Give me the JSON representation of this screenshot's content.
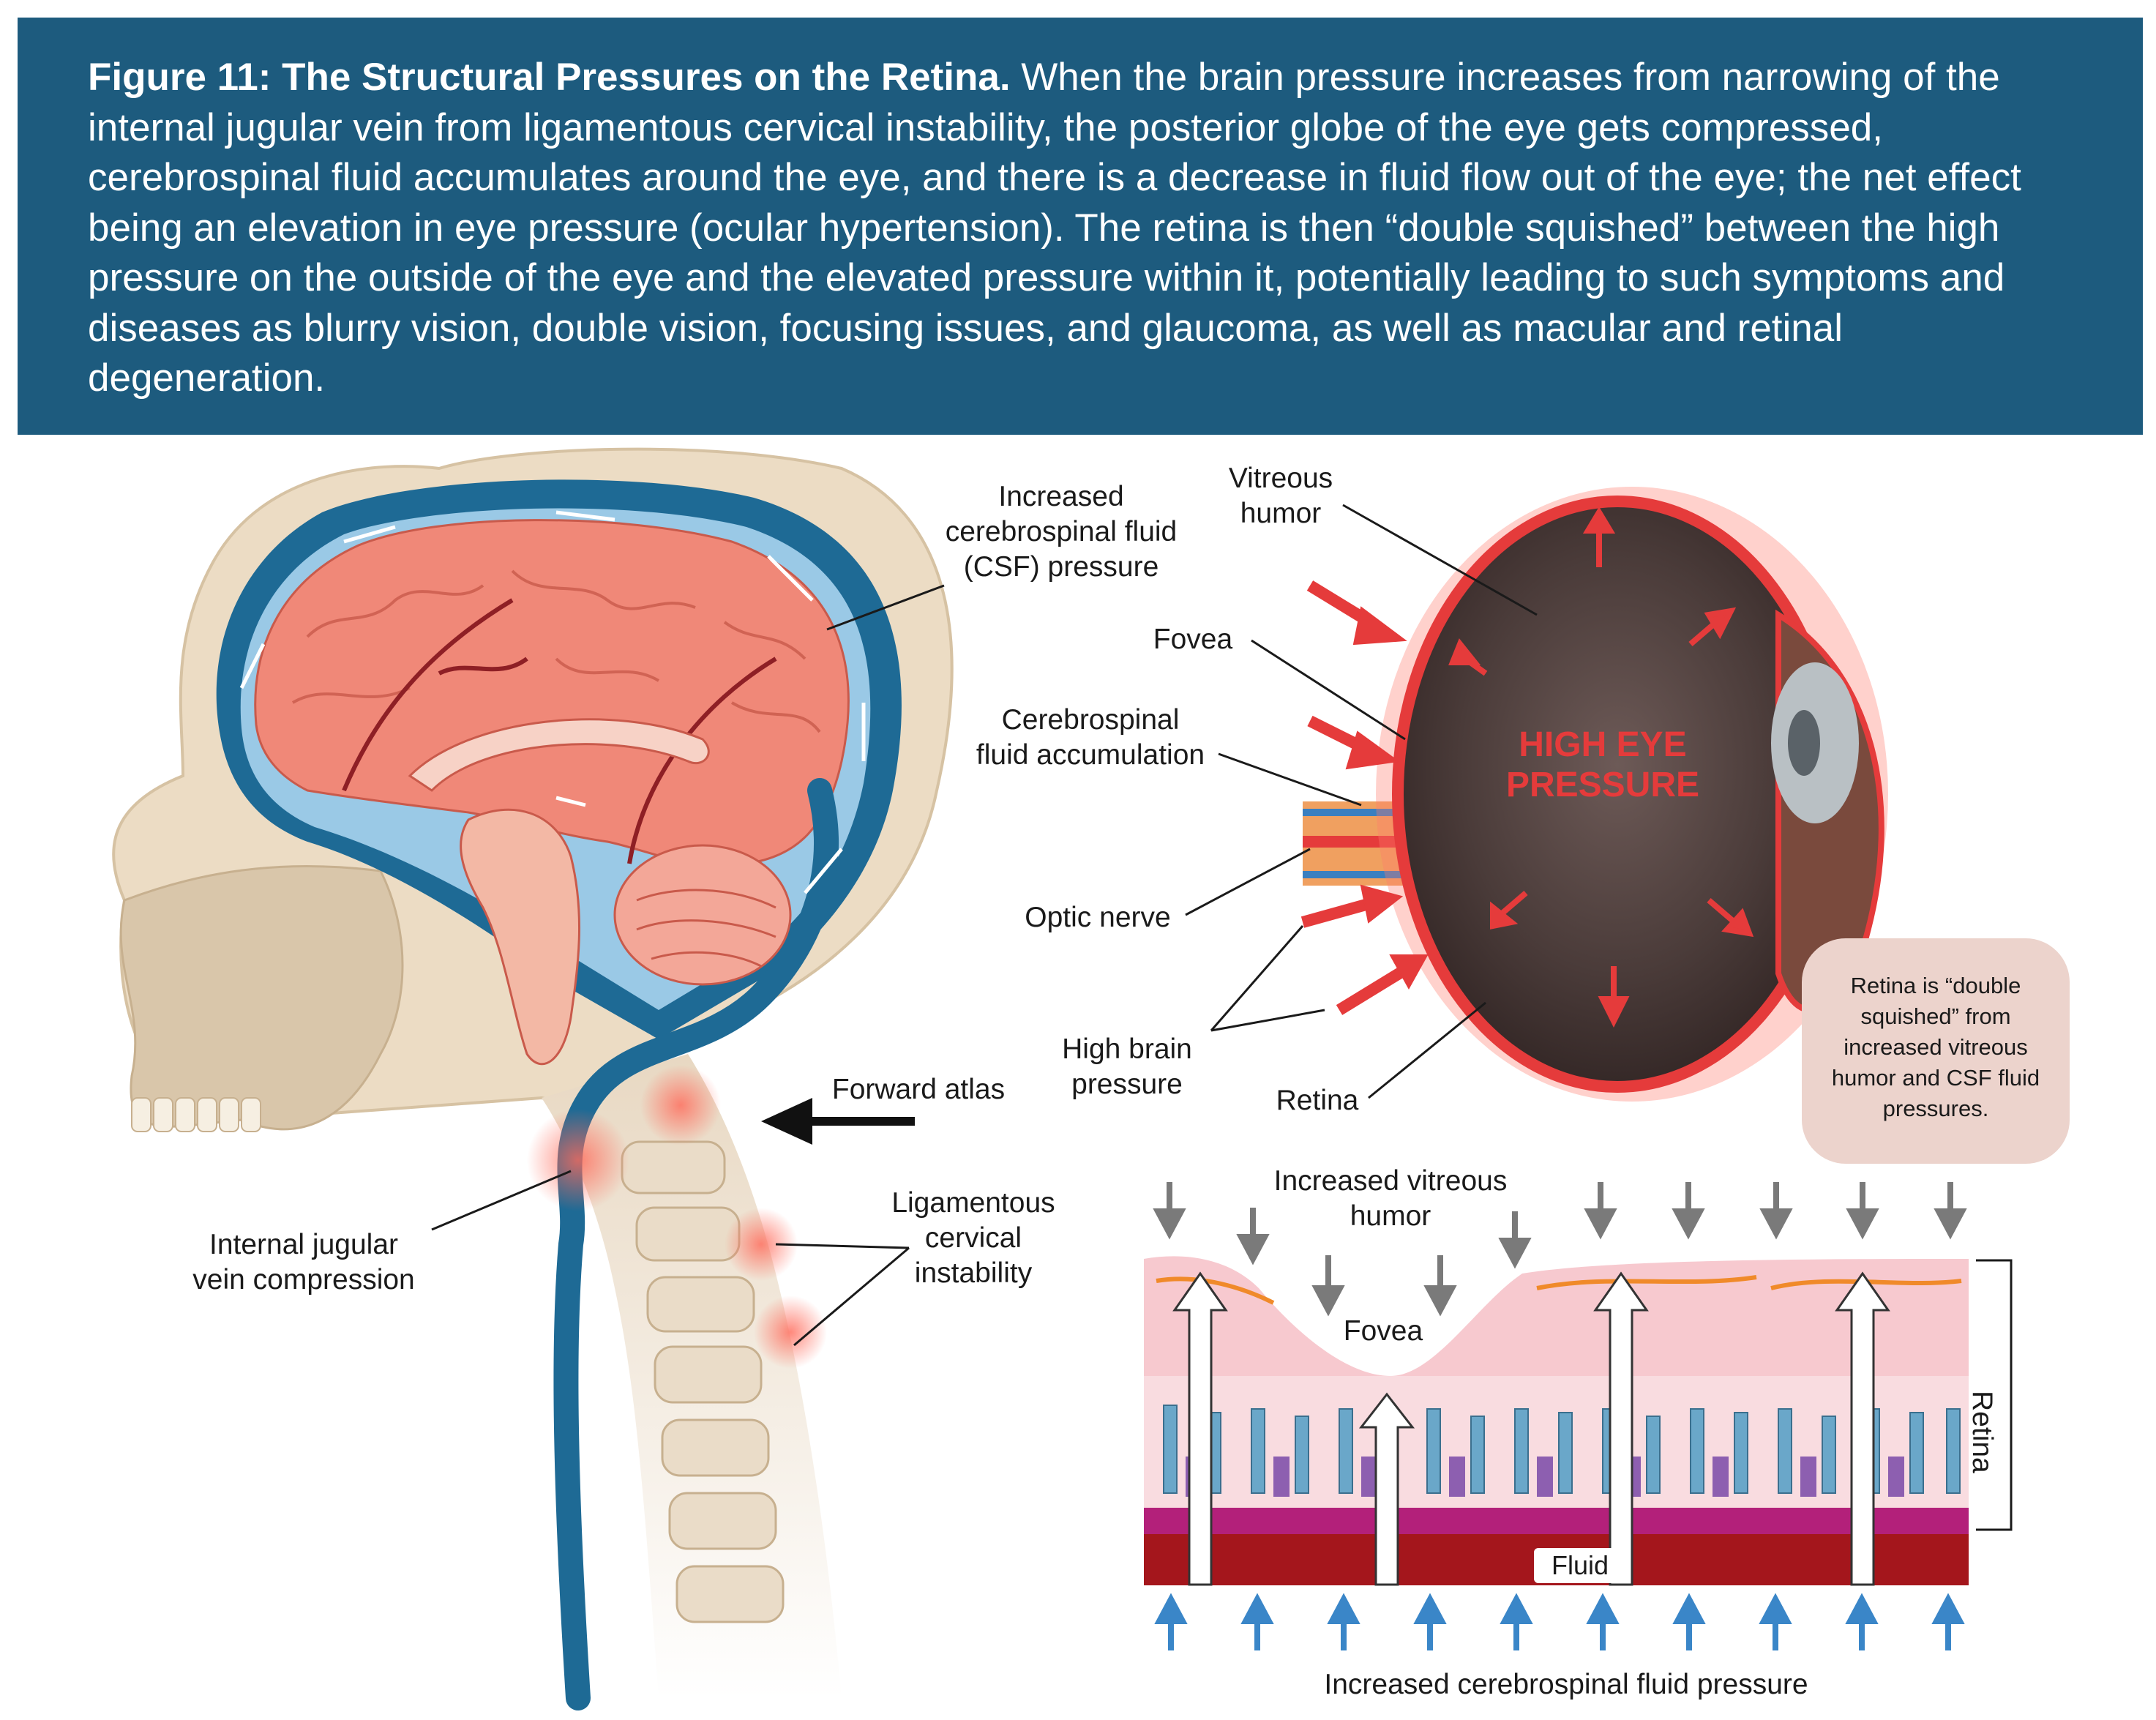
{
  "caption": {
    "title": "Figure 11: The Structural Pressures on the Retina.",
    "body": " When the brain pressure increases from narrowing of the internal jugular vein from ligamentous cervical instability, the posterior globe of the eye gets compressed, cerebrospinal fluid accumulates around the eye, and there is a decrease in fluid flow out of the eye; the net effect being an elevation in eye pressure (ocular hypertension). The retina is then “double squished” between the high pressure on the outside of the eye and the elevated pressure within it, potentially leading to such symptoms and diseases as blurry vision, double vision, focusing issues, and glaucoma, as well as macular and retinal degeneration."
  },
  "head_labels": {
    "csf_pressure": "Increased\ncerebrospinal fluid\n(CSF) pressure",
    "forward_atlas": "Forward atlas",
    "ligamentous": "Ligamentous\ncervical\ninstability",
    "jugular": "Internal jugular\nvein compression"
  },
  "eye_labels": {
    "vitreous": "Vitreous\nhumor",
    "fovea": "Fovea",
    "csf_accumulation": "Cerebrospinal\nfluid accumulation",
    "optic_nerve": "Optic nerve",
    "high_brain": "High brain\npressure",
    "retina": "Retina",
    "high_eye_pressure": "HIGH EYE\nPRESSURE",
    "bubble": "Retina is “double squished” from increased vitreous humor and CSF fluid pressures."
  },
  "retina_labels": {
    "vitreous": "Increased vitreous\nhumor",
    "fovea": "Fovea",
    "fluid": "Fluid",
    "retina_side": "Retina",
    "csf_bottom": "Increased cerebrospinal fluid pressure"
  },
  "colors": {
    "caption_bg": "#1d5b7e",
    "brain": "#f08878",
    "csf_blue": "#1e6a95",
    "bone": "#e8d8c2",
    "pressure_red": "#e53b3b",
    "eye_dark": "#4a3b39",
    "bubble": "#ecd3cc"
  }
}
